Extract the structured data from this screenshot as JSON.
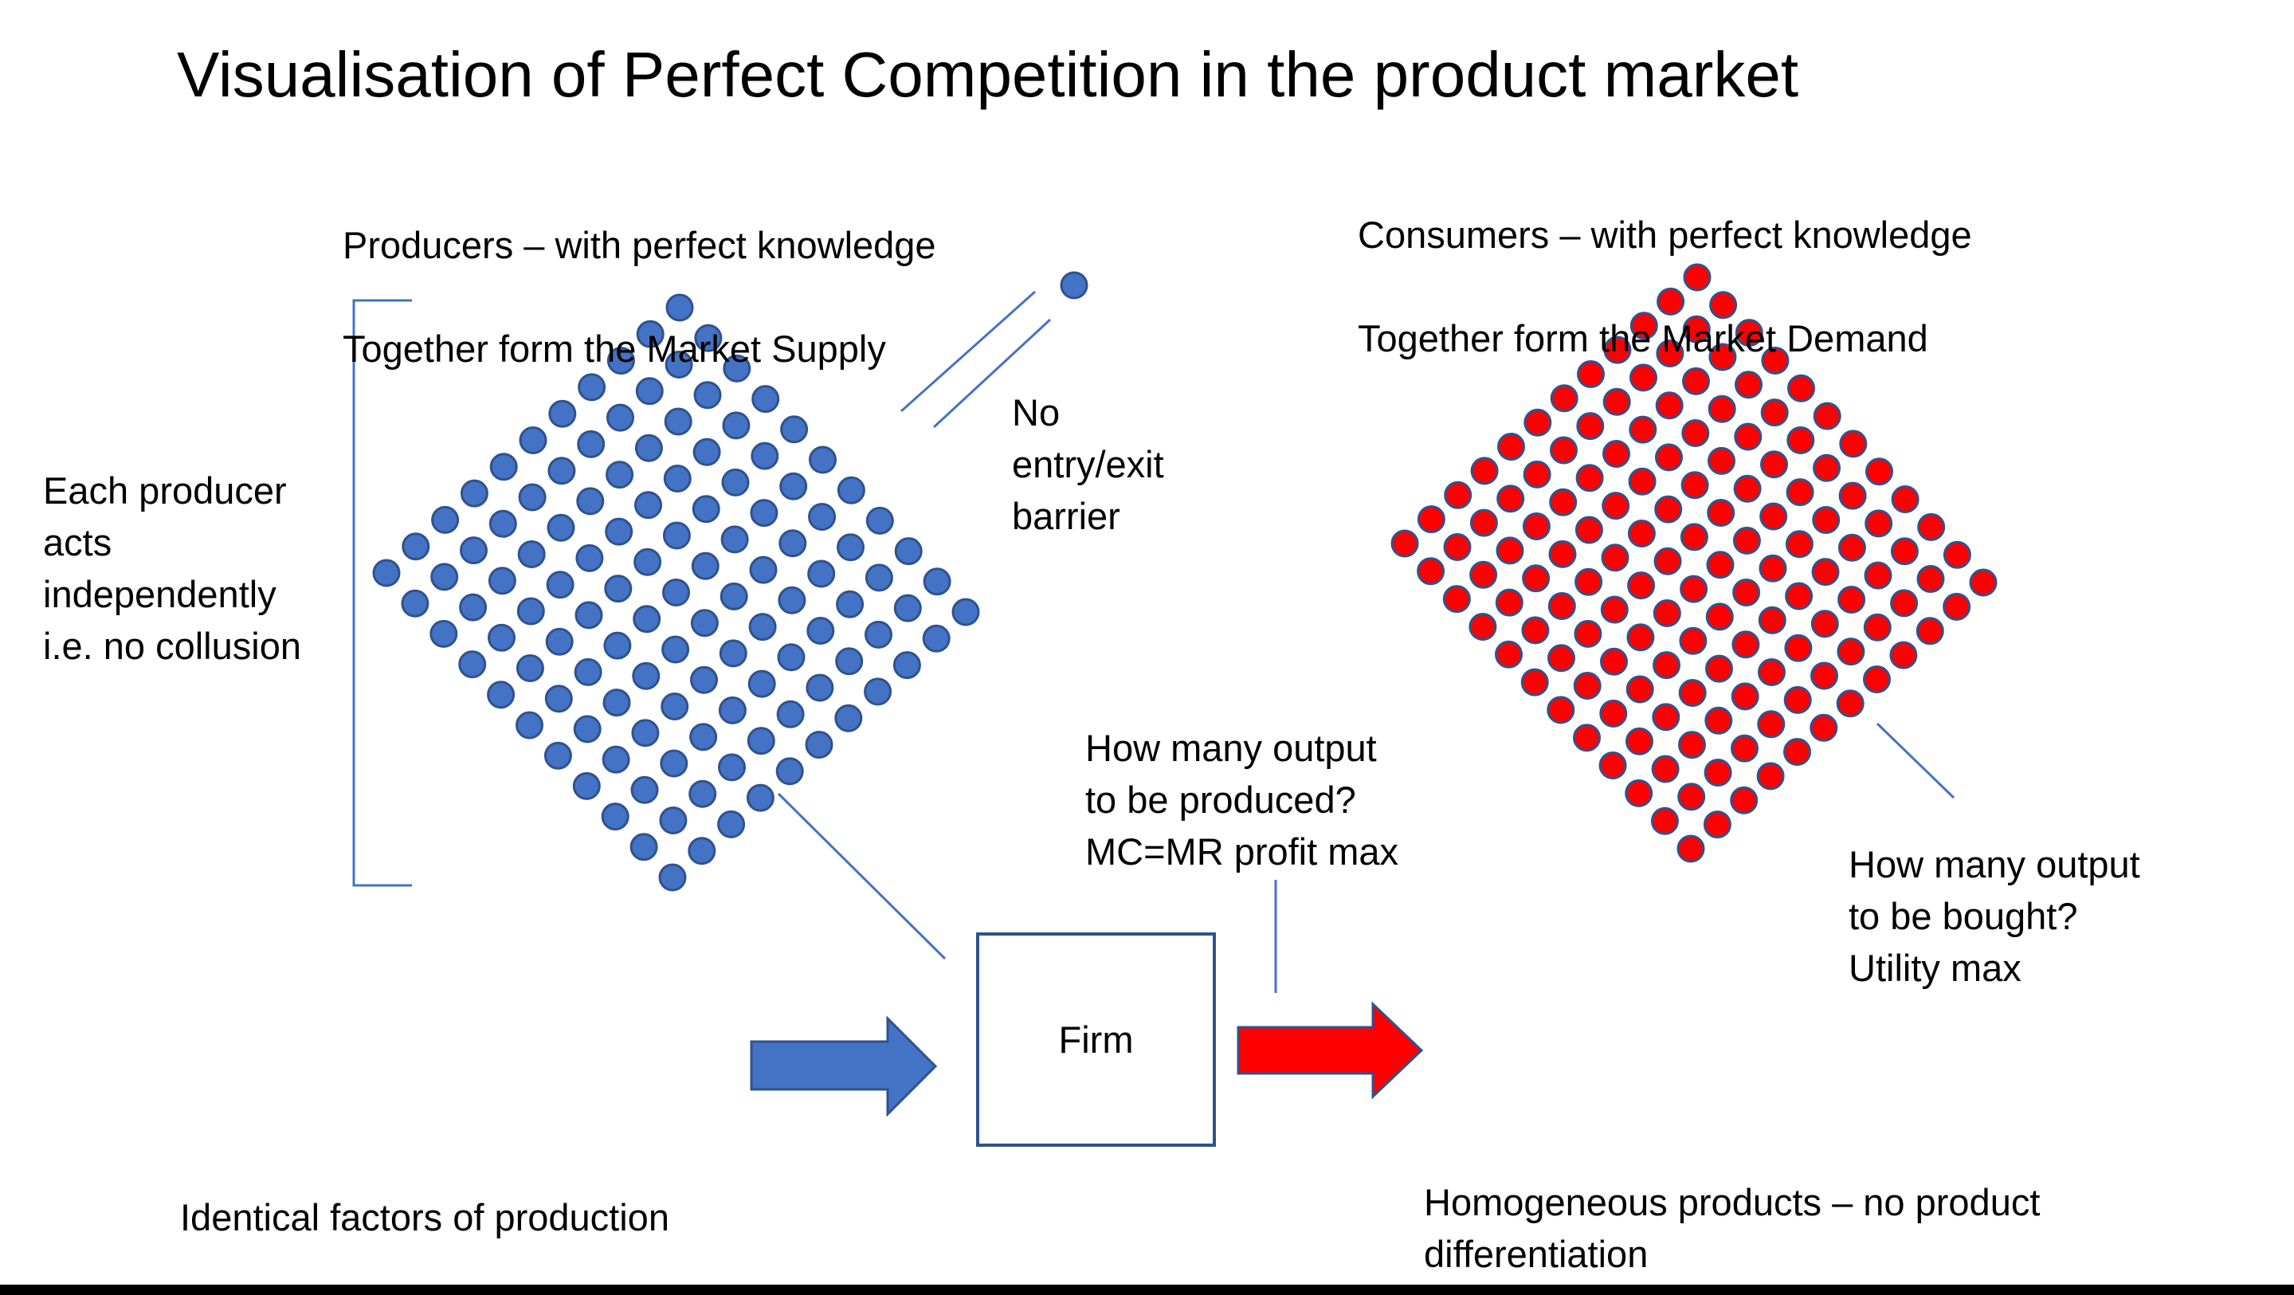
{
  "title": "Visualisation of Perfect Competition in the product market",
  "producers_heading": {
    "line1": "Producers – with perfect knowledge",
    "line2": "Together form the Market Supply"
  },
  "consumers_heading": {
    "line1": "Consumers – with perfect knowledge",
    "line2": "Together form the Market Demand"
  },
  "independence_note": "Each producer\nacts\nindependently\ni.e. no collusion",
  "entry_exit_note": "No\nentry/exit\nbarrier",
  "producer_question": "How many output\nto be produced?\nMC=MR profit max",
  "consumer_question": "How many output\nto be bought?\nUtility max",
  "firm_label": "Firm",
  "factors_label": "Identical factors of production",
  "products_label": "Homogeneous products – no product\ndifferentiation",
  "colors": {
    "producer_dot": "#4472C4",
    "producer_dot_stroke": "#2F528F",
    "consumer_dot": "#FF0000",
    "consumer_dot_stroke": "#2F528F",
    "connector_line": "#4472C4",
    "input_arrow": "#4472C4",
    "output_arrow": "#FF0000",
    "firm_box_stroke": "#2F528F"
  },
  "producer_grid_size": 11,
  "consumer_grid_size": 12
}
